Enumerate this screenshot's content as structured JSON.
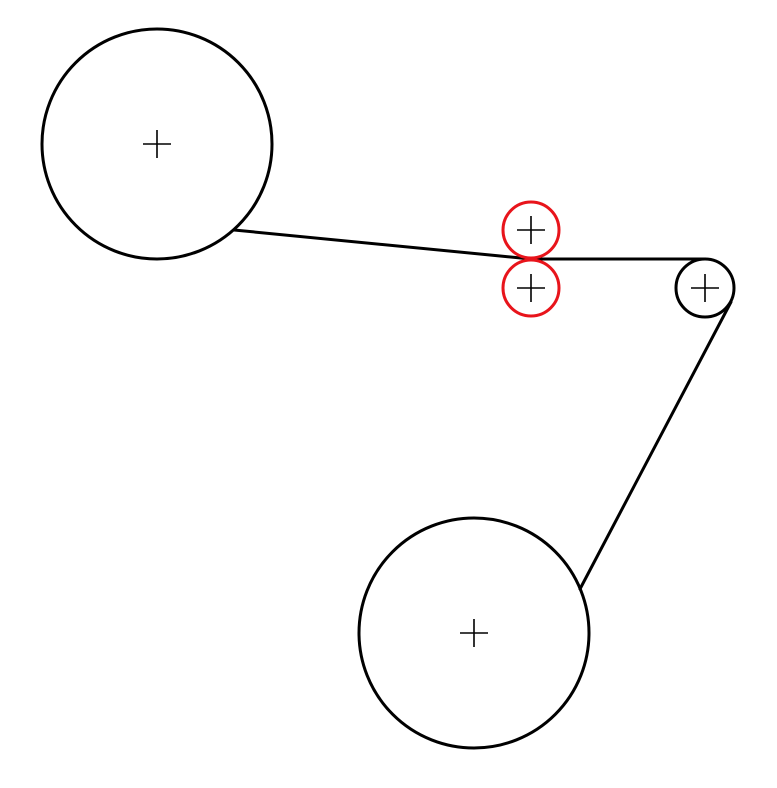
{
  "diagram": {
    "colors": {
      "outline": "#000000",
      "highlight": "#e8141b",
      "background": "#ffffff"
    },
    "pulleys": [
      {
        "id": "large-pulley-top-left",
        "color": "outline"
      },
      {
        "id": "red-pulley-upper",
        "color": "highlight"
      },
      {
        "id": "red-pulley-lower",
        "color": "highlight"
      },
      {
        "id": "small-pulley-right",
        "color": "outline"
      },
      {
        "id": "large-pulley-bottom",
        "color": "outline"
      }
    ],
    "belt_segments": [
      {
        "id": "belt-segment-top-left-to-red",
        "color": "outline"
      },
      {
        "id": "belt-segment-red-to-small",
        "color": "outline"
      },
      {
        "id": "belt-segment-small-to-bottom",
        "color": "outline"
      }
    ]
  }
}
